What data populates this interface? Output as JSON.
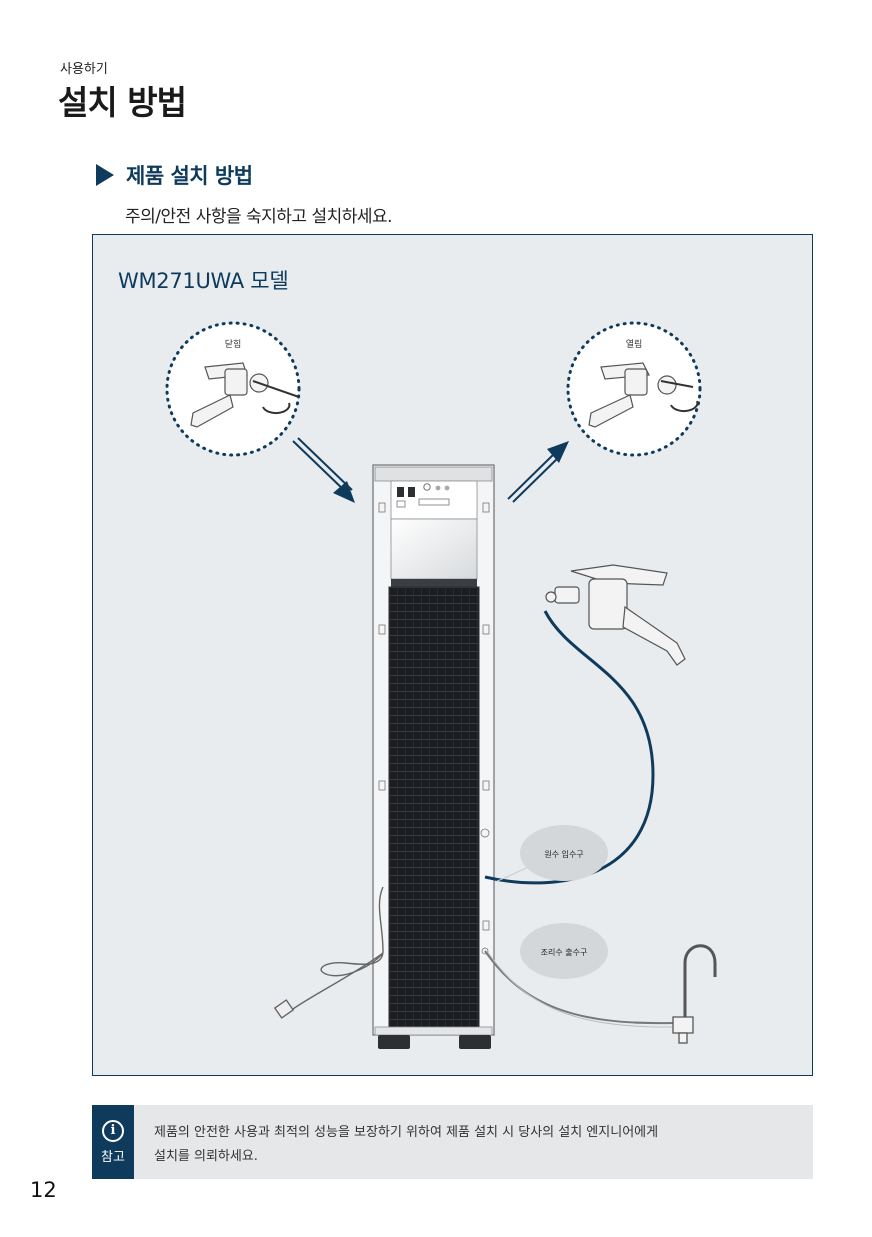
{
  "header": {
    "section_label": "사용하기",
    "page_title": "설치 방법"
  },
  "subheading": {
    "icon": "triangle-right-icon",
    "title": "제품 설치 방법",
    "instruction": "주의/안전 사항을 숙지하고 설치하세요."
  },
  "figure": {
    "model_name": "WM271UWA 모델",
    "labels": {
      "closed": "닫힘",
      "open": "열림",
      "inlet": "원수 입수구",
      "outlet": "조리수 출수구"
    }
  },
  "note": {
    "icon": "info-icon",
    "icon_glyph": "i",
    "label": "참고",
    "line1": "제품의 안전한 사용과 최적의 성능을 보장하기 위하여 제품 설치 시 당사의 설치 엔지니어에게",
    "line2": "설치를 의뢰하세요."
  },
  "footer": {
    "page_number": "12"
  },
  "colors": {
    "accent": "#0e3b5c",
    "figure_background": "#e9ecef",
    "note_background": "#e6e7e8"
  }
}
